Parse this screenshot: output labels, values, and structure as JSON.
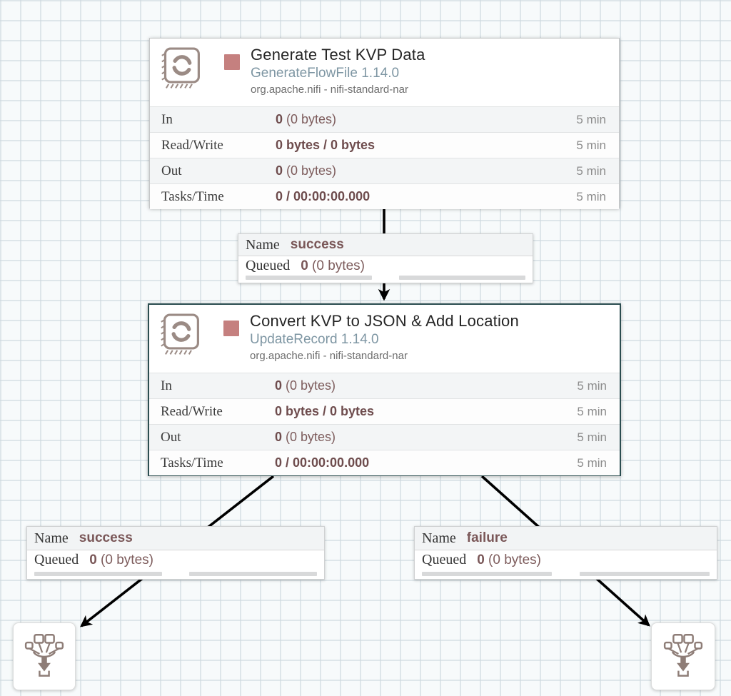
{
  "colors": {
    "stat_value_maroon": "#6e4c4d",
    "state_stopped_square": "#c5807f",
    "selected_border_teal": "#2b4d50",
    "processor_type_blue": "#7e96a3",
    "processor_icon_taupe": "#9b8b85",
    "funnel_icon_taupe": "#8e7d77",
    "arrow_black": "#000000"
  },
  "processors": [
    {
      "title": "Generate Test KVP Data",
      "type": "GenerateFlowFile 1.14.0",
      "bundle": "org.apache.nifi - nifi-standard-nar",
      "stats": [
        {
          "label": "In",
          "strong": "0",
          "rest": " (0 bytes)",
          "window": "5 min"
        },
        {
          "label": "Read/Write",
          "strong": "0 bytes / 0 bytes",
          "rest": "",
          "window": "5 min"
        },
        {
          "label": "Out",
          "strong": "0",
          "rest": " (0 bytes)",
          "window": "5 min"
        },
        {
          "label": "Tasks/Time",
          "strong": "0 / 00:00:00.000",
          "rest": "",
          "window": "5 min"
        }
      ]
    },
    {
      "title": "Convert KVP to JSON & Add Location",
      "type": "UpdateRecord 1.14.0",
      "bundle": "org.apache.nifi - nifi-standard-nar",
      "stats": [
        {
          "label": "In",
          "strong": "0",
          "rest": " (0 bytes)",
          "window": "5 min"
        },
        {
          "label": "Read/Write",
          "strong": "0 bytes / 0 bytes",
          "rest": "",
          "window": "5 min"
        },
        {
          "label": "Out",
          "strong": "0",
          "rest": " (0 bytes)",
          "window": "5 min"
        },
        {
          "label": "Tasks/Time",
          "strong": "0 / 00:00:00.000",
          "rest": "",
          "window": "5 min"
        }
      ]
    }
  ],
  "connections": [
    {
      "name_label": "Name",
      "name_value": "success",
      "queued_label": "Queued",
      "queued_strong": "0",
      "queued_rest": " (0 bytes)"
    },
    {
      "name_label": "Name",
      "name_value": "success",
      "queued_label": "Queued",
      "queued_strong": "0",
      "queued_rest": " (0 bytes)"
    },
    {
      "name_label": "Name",
      "name_value": "failure",
      "queued_label": "Queued",
      "queued_strong": "0",
      "queued_rest": " (0 bytes)"
    }
  ]
}
